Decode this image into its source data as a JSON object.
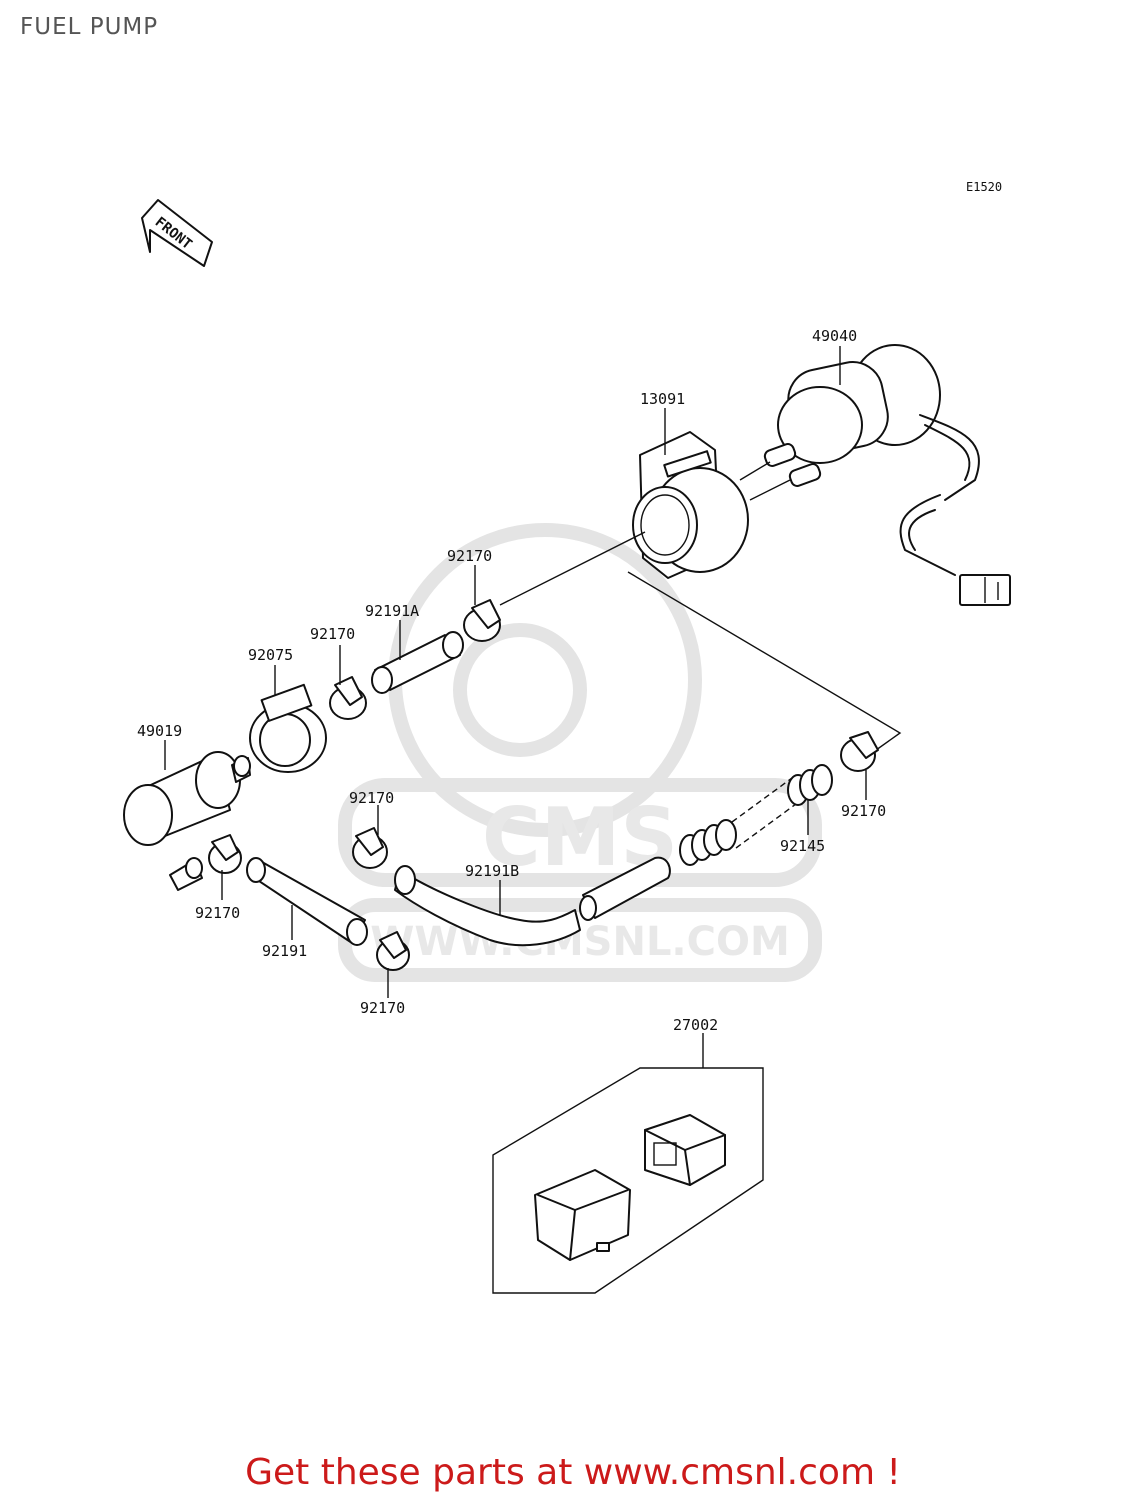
{
  "page": {
    "title": "FUEL PUMP"
  },
  "diagram": {
    "code": "E1520",
    "front_label": "FRONT",
    "parts": [
      {
        "number": "49040"
      },
      {
        "number": "13091"
      },
      {
        "number": "92170"
      },
      {
        "number": "92191A"
      },
      {
        "number": "92170"
      },
      {
        "number": "92075"
      },
      {
        "number": "49019"
      },
      {
        "number": "92170"
      },
      {
        "number": "92191B"
      },
      {
        "number": "92145"
      },
      {
        "number": "92170"
      },
      {
        "number": "92170"
      },
      {
        "number": "92191"
      },
      {
        "number": "92170"
      },
      {
        "number": "27002"
      }
    ]
  },
  "watermark": {
    "brand": "CMS",
    "url": "WWW.CMSNL.COM"
  },
  "footer": {
    "link_text": "Get these parts at www.cmsnl.com !"
  },
  "colors": {
    "footer": "#cc1a1a",
    "title": "#555555",
    "watermark": "#e4e4e4"
  }
}
